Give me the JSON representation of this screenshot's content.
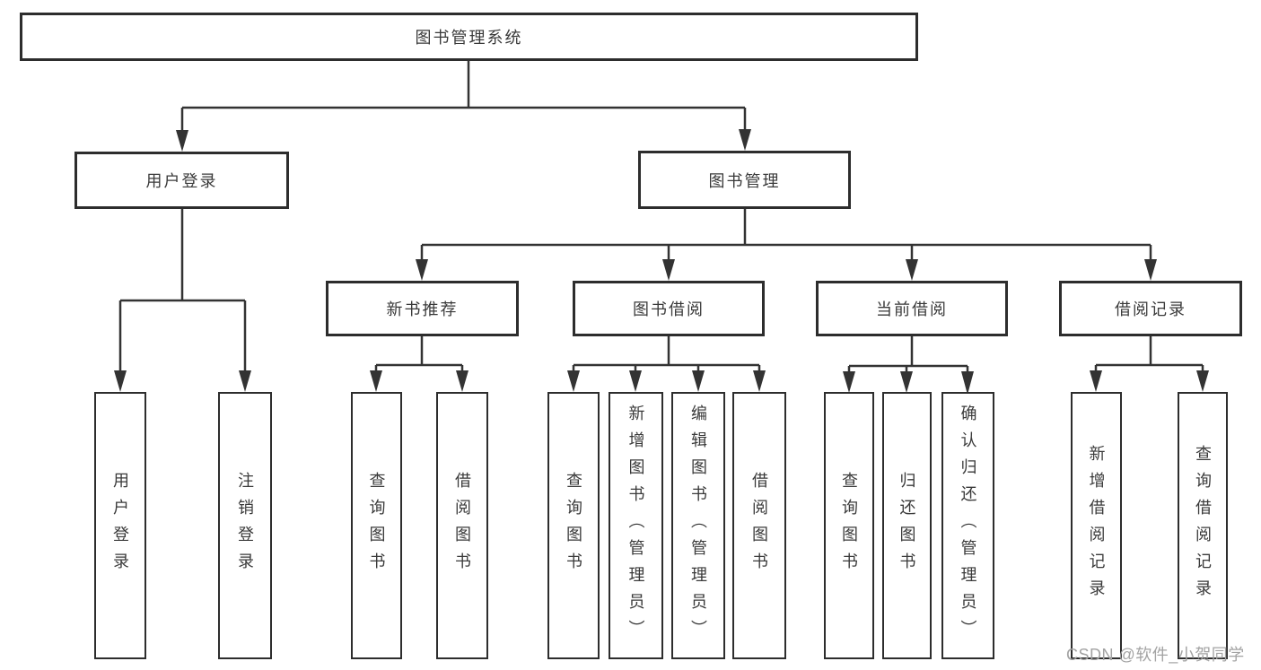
{
  "tree": {
    "root": "图书管理系统",
    "branches": [
      {
        "label": "用户登录",
        "children": [
          "用户登录",
          "注销登录"
        ]
      },
      {
        "label": "图书管理",
        "sections": [
          {
            "label": "新书推荐",
            "children": [
              "查询图书",
              "借阅图书"
            ]
          },
          {
            "label": "图书借阅",
            "children": [
              "查询图书",
              "新增图书（管理员）",
              "编辑图书（管理员）",
              "借阅图书"
            ]
          },
          {
            "label": "当前借阅",
            "children": [
              "查询图书",
              "归还图书",
              "确认归还（管理员）"
            ]
          },
          {
            "label": "借阅记录",
            "children": [
              "新增借阅记录",
              "查询借阅记录"
            ]
          }
        ]
      }
    ]
  },
  "watermark": "CSDN @软件_小贺同学",
  "colors": {
    "line": "#333333",
    "border": "#2d2d2d",
    "text": "#3a3a3a",
    "watermark": "#a3a3a3"
  }
}
